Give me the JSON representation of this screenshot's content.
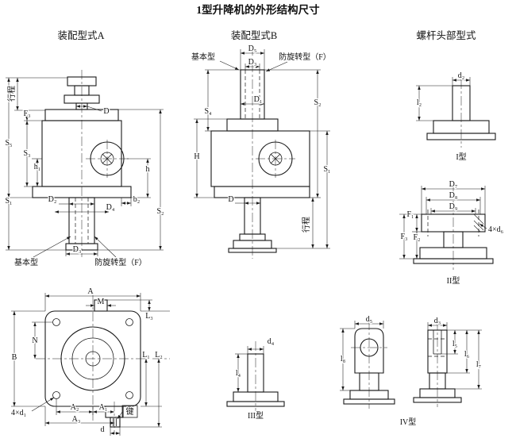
{
  "title": "1型升降机的外形结构尺寸",
  "assembly_a": {
    "heading": "装配型式A",
    "dims": {
      "travel": "行程",
      "F3": "F₃",
      "S5": "S₅",
      "S3": "S₃",
      "h1": "h₁",
      "S1": "S₁",
      "D": "D",
      "D2": "D₂",
      "D4": "D₄",
      "b2": "b₂",
      "h": "h",
      "S2": "S₂",
      "D3": "D₃"
    },
    "notes": {
      "basic": "基本型",
      "anti_rotation": "防旋转型（F）"
    }
  },
  "assembly_b": {
    "heading": "装配型式B",
    "dims": {
      "D5": "D₅",
      "D3": "D₃",
      "D1": "D₁",
      "S4": "S₄",
      "H": "H",
      "S2": "S₂",
      "S1": "S₁",
      "D": "D",
      "travel": "行程"
    },
    "notes": {
      "basic": "基本型",
      "anti_rotation": "防旋转型（F）"
    }
  },
  "head_types": {
    "heading": "螺杆头部型式",
    "type1": {
      "label": "I型",
      "dims": {
        "d2": "d₂",
        "l2": "l₂"
      }
    },
    "type2": {
      "label": "II型",
      "dims": {
        "D7": "D₇",
        "D8": "D₈",
        "D9": "D₉",
        "F1": "F₁",
        "F2": "F₂",
        "F3": "F₃",
        "holes": "4×d₆"
      }
    },
    "type3": {
      "label": "III型",
      "dims": {
        "d4": "d₄",
        "l4": "l₄"
      }
    },
    "type4": {
      "label": "IV型",
      "dims": {
        "d5": "d₅",
        "l8": "l₈",
        "d3": "d₃",
        "l5": "l₅",
        "l6": "l₆",
        "l7": "l₇"
      }
    }
  },
  "plan_view": {
    "dims": {
      "A": "A",
      "M": "M",
      "B": "B",
      "N": "N",
      "L1": "L₁",
      "L2": "L₂",
      "L3": "L₃",
      "A1": "A₁",
      "A2": "A₂",
      "A3": "A₃",
      "d": "d",
      "holes": "4×d₁"
    },
    "key_label": "键"
  }
}
